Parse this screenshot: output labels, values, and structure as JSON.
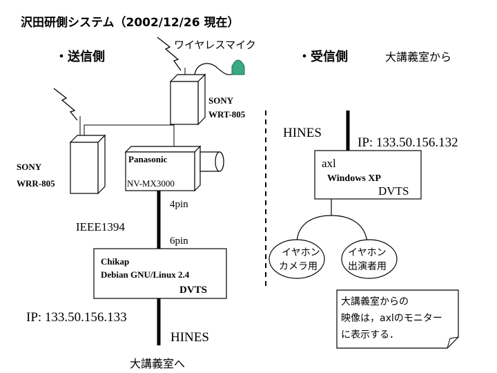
{
  "title": "沢田研側システム（2002/12/26 現在）",
  "send_side": {
    "heading": "・送信側",
    "wireless_mic": "ワイヤレスマイク",
    "receiver": {
      "brand": "SONY",
      "model": "WRR-805"
    },
    "transmitter": {
      "brand": "SONY",
      "model": "WRT-805"
    },
    "camera": {
      "brand": "Panasonic",
      "model": "NV-MX3000"
    },
    "cable_camera_end": "4pin",
    "cable_pc_end": "6pin",
    "cable_type": "IEEE1394",
    "pc": {
      "name": "Chikap",
      "os": "Debian GNU/Linux 2.4",
      "app": "DVTS"
    },
    "ip": "IP: 133.50.156.133",
    "network": "HINES",
    "destination": "大講義室へ"
  },
  "recv_side": {
    "heading": "・受信側",
    "source": "大講義室から",
    "network": "HINES",
    "ip": "IP: 133.50.156.132",
    "pc": {
      "name": "axl",
      "os": "Windows XP",
      "app": "DVTS"
    },
    "earphone_camera": [
      "イヤホン",
      "カメラ用"
    ],
    "earphone_speaker": [
      "イヤホン",
      "出演者用"
    ],
    "note": [
      "大講義室からの",
      "映像は，axlのモニター",
      "に表示する．"
    ]
  }
}
